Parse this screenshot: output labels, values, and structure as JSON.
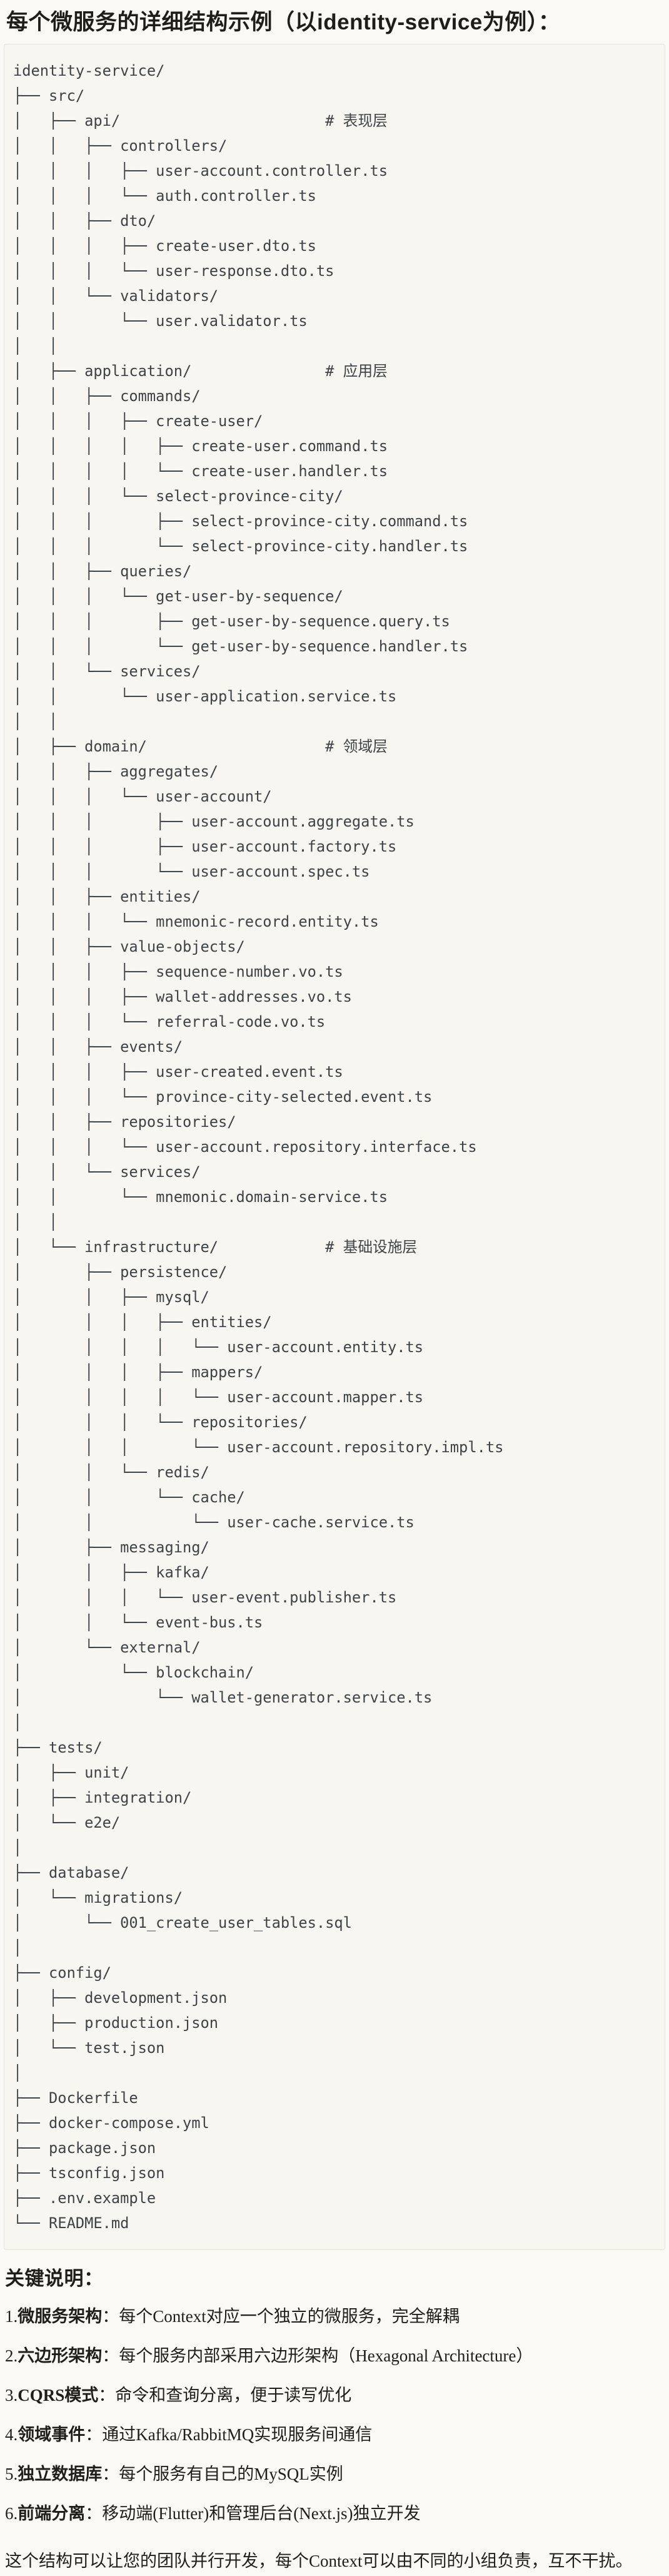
{
  "title": "每个微服务的详细结构示例（以identity-service为例）：",
  "code_block": {
    "tree_lines": [
      "identity-service/",
      "├── src/",
      "│   ├── api/                       # 表现层",
      "│   │   ├── controllers/",
      "│   │   │   ├── user-account.controller.ts",
      "│   │   │   └── auth.controller.ts",
      "│   │   ├── dto/",
      "│   │   │   ├── create-user.dto.ts",
      "│   │   │   └── user-response.dto.ts",
      "│   │   └── validators/",
      "│   │       └── user.validator.ts",
      "│   │",
      "│   ├── application/               # 应用层",
      "│   │   ├── commands/",
      "│   │   │   ├── create-user/",
      "│   │   │   │   ├── create-user.command.ts",
      "│   │   │   │   └── create-user.handler.ts",
      "│   │   │   └── select-province-city/",
      "│   │   │       ├── select-province-city.command.ts",
      "│   │   │       └── select-province-city.handler.ts",
      "│   │   ├── queries/",
      "│   │   │   └── get-user-by-sequence/",
      "│   │   │       ├── get-user-by-sequence.query.ts",
      "│   │   │       └── get-user-by-sequence.handler.ts",
      "│   │   └── services/",
      "│   │       └── user-application.service.ts",
      "│   │",
      "│   ├── domain/                    # 领域层",
      "│   │   ├── aggregates/",
      "│   │   │   └── user-account/",
      "│   │   │       ├── user-account.aggregate.ts",
      "│   │   │       ├── user-account.factory.ts",
      "│   │   │       └── user-account.spec.ts",
      "│   │   ├── entities/",
      "│   │   │   └── mnemonic-record.entity.ts",
      "│   │   ├── value-objects/",
      "│   │   │   ├── sequence-number.vo.ts",
      "│   │   │   ├── wallet-addresses.vo.ts",
      "│   │   │   └── referral-code.vo.ts",
      "│   │   ├── events/",
      "│   │   │   ├── user-created.event.ts",
      "│   │   │   └── province-city-selected.event.ts",
      "│   │   ├── repositories/",
      "│   │   │   └── user-account.repository.interface.ts",
      "│   │   └── services/",
      "│   │       └── mnemonic.domain-service.ts",
      "│   │",
      "│   └── infrastructure/            # 基础设施层",
      "│       ├── persistence/",
      "│       │   ├── mysql/",
      "│       │   │   ├── entities/",
      "│       │   │   │   └── user-account.entity.ts",
      "│       │   │   ├── mappers/",
      "│       │   │   │   └── user-account.mapper.ts",
      "│       │   │   └── repositories/",
      "│       │   │       └── user-account.repository.impl.ts",
      "│       │   └── redis/",
      "│       │       └── cache/",
      "│       │           └── user-cache.service.ts",
      "│       ├── messaging/",
      "│       │   ├── kafka/",
      "│       │   │   └── user-event.publisher.ts",
      "│       │   └── event-bus.ts",
      "│       └── external/",
      "│           └── blockchain/",
      "│               └── wallet-generator.service.ts",
      "│",
      "├── tests/",
      "│   ├── unit/",
      "│   ├── integration/",
      "│   └── e2e/",
      "│",
      "├── database/",
      "│   └── migrations/",
      "│       └── 001_create_user_tables.sql",
      "│",
      "├── config/",
      "│   ├── development.json",
      "│   ├── production.json",
      "│   └── test.json",
      "│",
      "├── Dockerfile",
      "├── docker-compose.yml",
      "├── package.json",
      "├── tsconfig.json",
      "├── .env.example",
      "└── README.md"
    ]
  },
  "notes": {
    "heading": "关键说明：",
    "items": [
      {
        "num": "1.",
        "term": "微服务架构",
        "desc": "：每个Context对应一个独立的微服务，完全解耦"
      },
      {
        "num": "2.",
        "term": "六边形架构",
        "desc": "：每个服务内部采用六边形架构（Hexagonal Architecture）"
      },
      {
        "num": "3.",
        "term": "CQRS模式",
        "desc": "：命令和查询分离，便于读写优化"
      },
      {
        "num": "4.",
        "term": "领域事件",
        "desc": "：通过Kafka/RabbitMQ实现服务间通信"
      },
      {
        "num": "5.",
        "term": "独立数据库",
        "desc": "：每个服务有自己的MySQL实例"
      },
      {
        "num": "6.",
        "term": "前端分离",
        "desc": "：移动端(Flutter)和管理后台(Next.js)独立开发"
      }
    ]
  },
  "closing": "这个结构可以让您的团队并行开发，每个Context可以由不同的小组负责，互不干扰。",
  "colors": {
    "page_bg": "#faf9f5",
    "code_bg": "#f7f6f0",
    "code_border": "#e6e3da",
    "code_text": "#3e4348",
    "text": "#201e1b"
  }
}
